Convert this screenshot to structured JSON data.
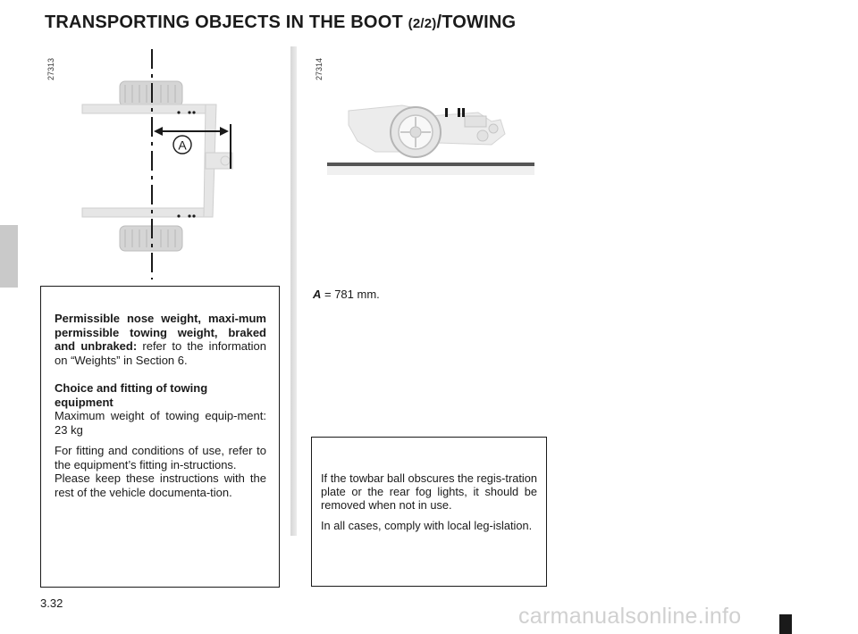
{
  "header": {
    "title_main": "TRANSPORTING OBJECTS IN THE BOOT ",
    "title_sub": "(2/2)",
    "title_end": "/TOWING"
  },
  "figures": {
    "fig1_id": "27313",
    "fig1_label": "A",
    "fig2_id": "27314"
  },
  "measurement": {
    "label": "A",
    "value": " = 781 mm."
  },
  "left_box": {
    "p1_bold": "Permissible nose weight, maxi-mum permissible towing weight, braked and unbraked:",
    "p1_rest": " refer to the information on “Weights” in Section 6.",
    "heading": "Choice and fitting of towing equipment",
    "p2": "Maximum weight of towing equip-ment: 23 kg",
    "p3": "For fitting and conditions of use, refer to the equipment’s fitting in-structions.",
    "p4": "Please keep these instructions with the rest of the vehicle documenta-tion."
  },
  "right_box": {
    "p1": "If the towbar ball obscures the regis-tration plate or the rear fog lights, it should be removed when not in use.",
    "p2": "In all cases, comply with local leg-islation."
  },
  "footer": {
    "page_number": "3.32",
    "watermark": "carmanualsonline.info"
  }
}
